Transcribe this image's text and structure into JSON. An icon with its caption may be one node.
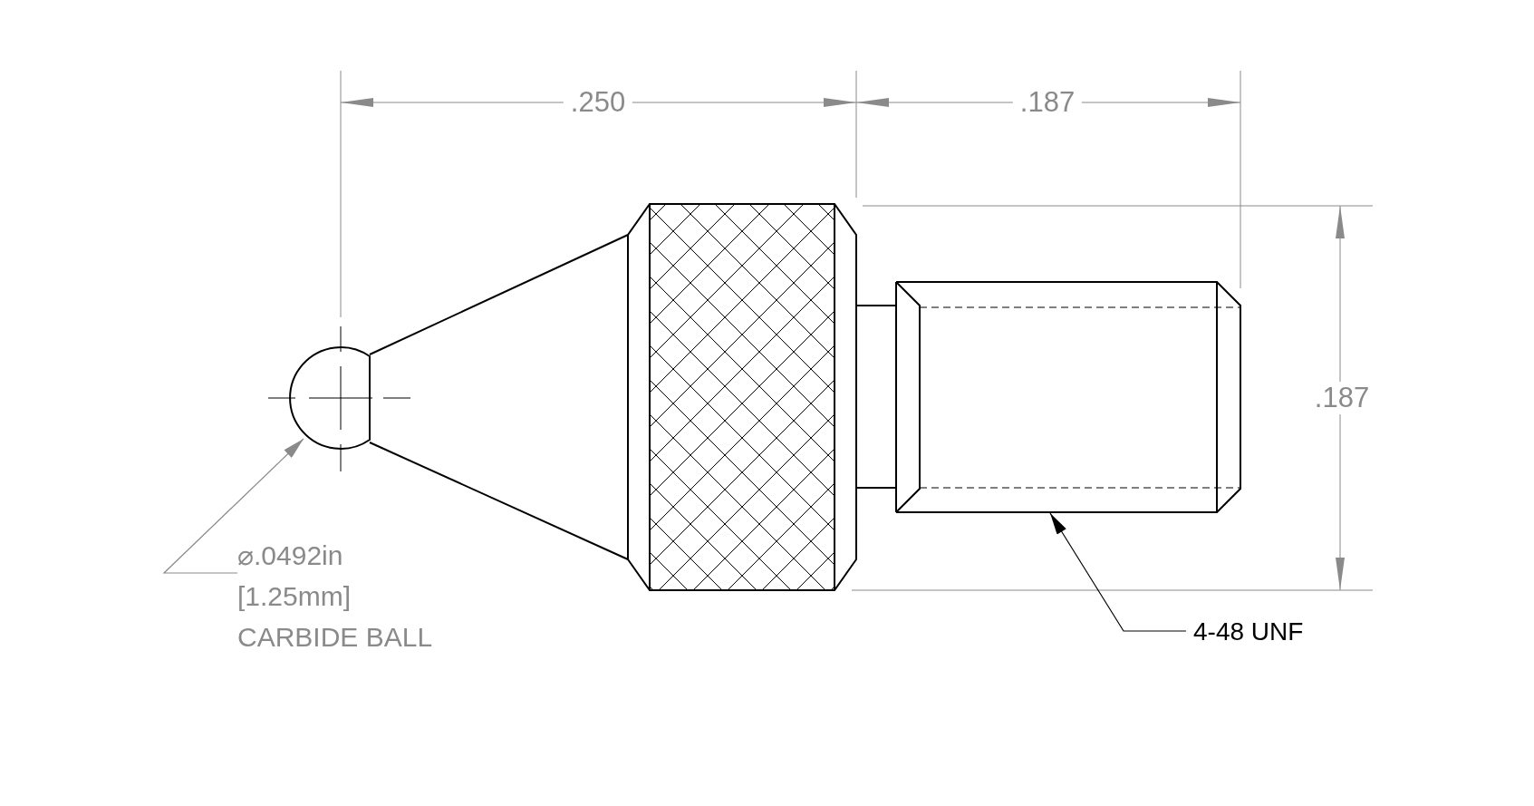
{
  "diagram": {
    "nodes": [
      {
        "text": [
          "⌀.0492in",
          "[1.25mm]",
          "CARBIDE BALL"
        ]
      },
      {
        "text": [],
        "shape": "circle"
      },
      {
        "text": [
          "4-48 UNF"
        ]
      },
      {
        "text": [],
        "shape": "box"
      }
    ],
    "edges": [
      {
        "from": 0,
        "to": 1,
        "arrow": "to"
      },
      {
        "from": 2,
        "to": 3,
        "arrow": "to",
        "color": "#000000"
      }
    ],
    "labels": [
      ".250",
      ".187",
      ".187"
    ]
  }
}
